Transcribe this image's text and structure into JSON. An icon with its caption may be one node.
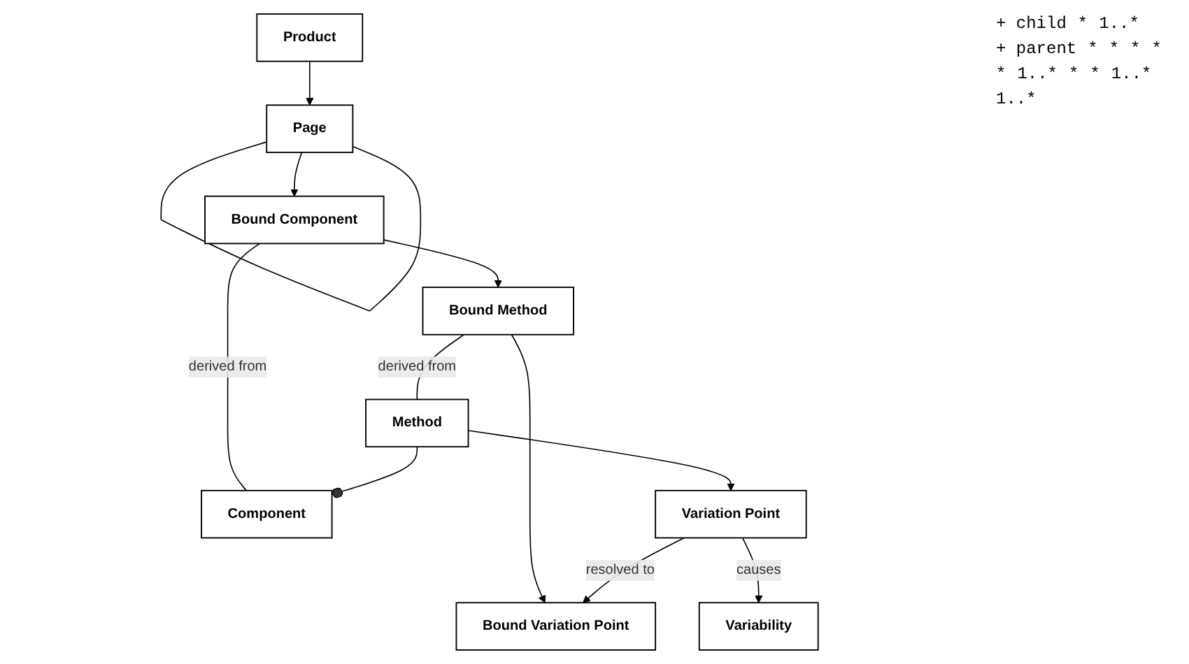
{
  "diagram": {
    "nodes": [
      {
        "text": [
          "Page"
        ]
      },
      {
        "text": [
          "Product"
        ]
      },
      {
        "text": [
          "Bound Component"
        ]
      },
      {
        "text": [
          "Bound Method"
        ]
      },
      {
        "text": [
          "Bound Variation Point"
        ]
      },
      {
        "text": [
          "Component"
        ]
      },
      {
        "text": [
          "Method"
        ]
      },
      {
        "text": [
          "Variation Point"
        ]
      },
      {
        "text": [
          "Variability"
        ]
      }
    ],
    "edges": [
      {
        "from": 0,
        "to": 0,
        "arrow": "none"
      },
      {
        "from": 1,
        "to": 0,
        "arrow": "to"
      },
      {
        "from": 0,
        "to": 2,
        "arrow": "to"
      },
      {
        "from": 2,
        "to": 3,
        "arrow": "to"
      },
      {
        "from": 3,
        "to": 4,
        "arrow": "to"
      },
      {
        "from": 2,
        "to": 5,
        "arrow": "none",
        "label": "derived from"
      },
      {
        "from": 3,
        "to": 6,
        "arrow": "none",
        "label": "derived from"
      },
      {
        "from": 6,
        "to": 5,
        "arrow": "other"
      },
      {
        "from": 6,
        "to": 7,
        "arrow": "to"
      },
      {
        "from": 7,
        "to": 4,
        "arrow": "to",
        "label": "resolved to"
      },
      {
        "from": 7,
        "to": 8,
        "arrow": "to",
        "label": "causes"
      }
    ],
    "labels": [
      "+ child",
      "*",
      "1..*",
      "+ parent",
      "*",
      "*",
      "*",
      "*",
      "*",
      "1..*",
      "*",
      "*",
      "1..*",
      "1..*"
    ]
  }
}
